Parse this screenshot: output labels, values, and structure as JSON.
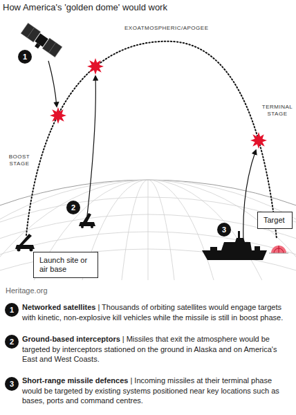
{
  "diagram": {
    "title": "How America's 'golden dome' would work",
    "nodes": [
      {
        "text": [
          "Launch site or air base"
        ]
      },
      {
        "text": [
          "Target"
        ]
      }
    ],
    "labels": [
      "EXOATMOSPHERIC/APOGEE",
      "BOOST STAGE",
      "TERMINAL STAGE",
      "1",
      "2",
      "3",
      "Heritage.org",
      "1",
      "Networked satellites",
      "| Thousands of orbiting satellites would engage targets with kinetic, non-explosive kill vehicles while the missile is still in boost phase.",
      "2",
      "Ground-based interceptors",
      "| Missiles that exit the atmosphere would be targeted by interceptors stationed on the ground in Alaska and on America's East and West Coasts.",
      "3",
      "Short-range missile defences",
      "| Incoming missiles at their terminal phase would be targeted by existing systems positioned near key locations such as bases, ports and command centres."
    ]
  }
}
